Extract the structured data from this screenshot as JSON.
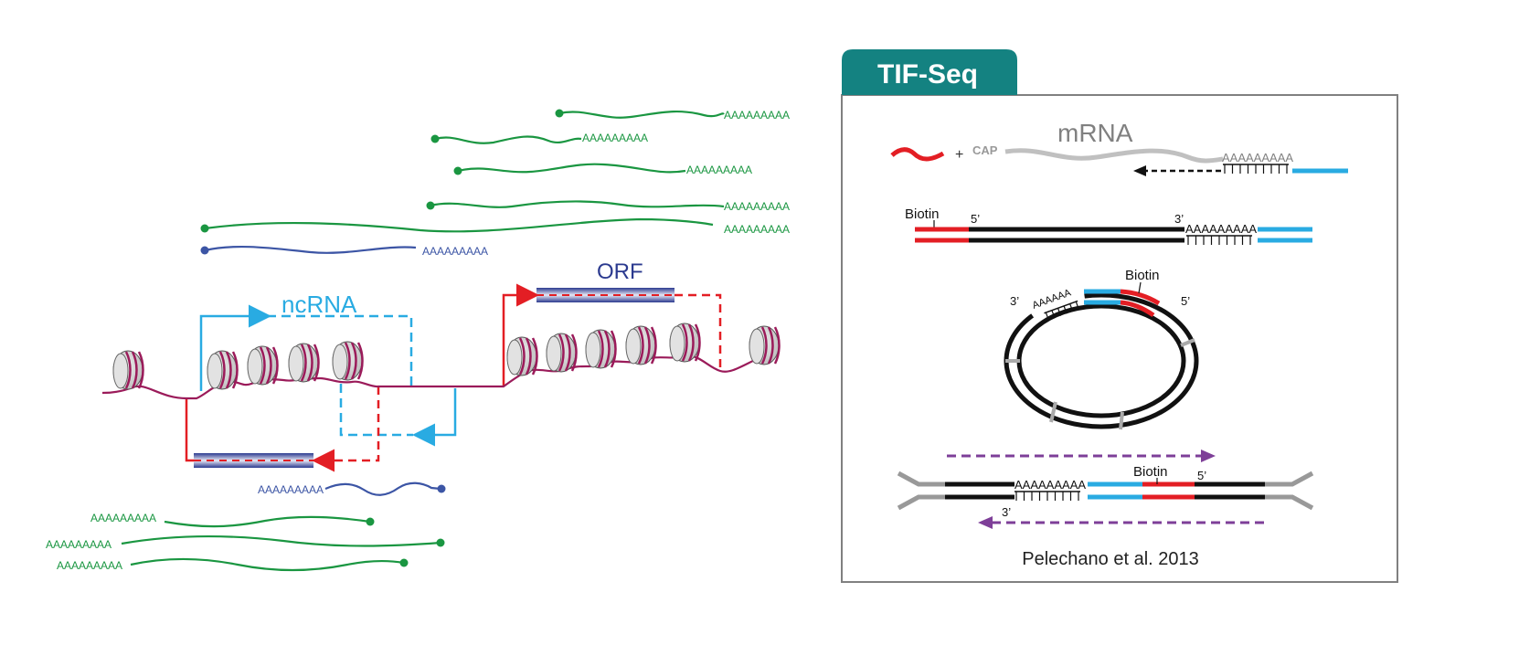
{
  "left": {
    "labels": {
      "ncrna": "ncRNA",
      "orf": "ORF"
    },
    "polya": "AAAAAAAAA"
  },
  "panel": {
    "title": "TIF-Seq",
    "mrna": "mRNA",
    "plus": "+",
    "cap": "CAP",
    "biotin": "Biotin",
    "five_prime": "5’",
    "three_prime": "3’",
    "polya": "AAAAAAAAA",
    "polya_short": "AAAAAA",
    "citation": "Pelechano et al. 2013"
  },
  "colors": {
    "transcript_green": "#1a9641",
    "transcript_blue": "#3c55a5",
    "ncrna_cyan": "#29abe2",
    "orf_red": "#e31e24",
    "chromatin": "#9b1b5a",
    "panel_header": "#148281",
    "panel_border": "#808080",
    "adapter_blue": "#29abe2",
    "primer_purple": "#7e3f98"
  }
}
